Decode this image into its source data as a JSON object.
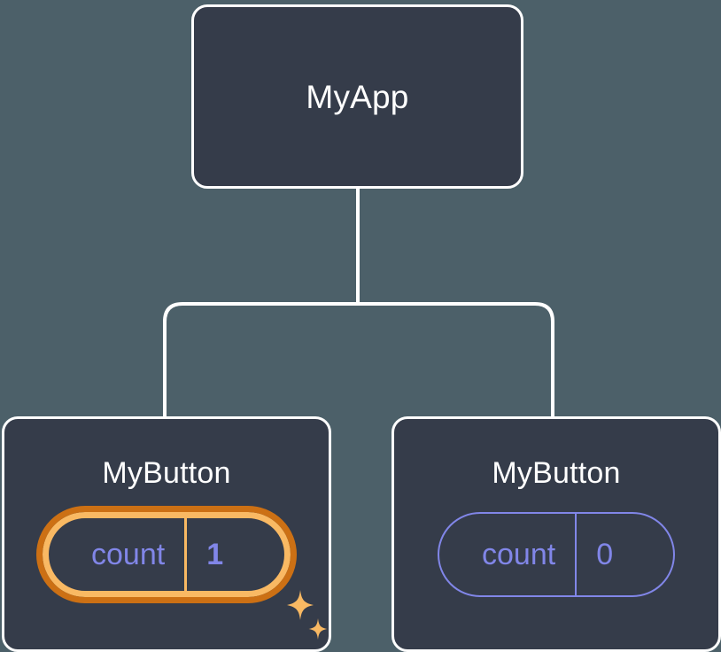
{
  "diagram": {
    "type": "component-tree",
    "title": "MyApp component tree with MyButton children",
    "background_color": "#4c6069",
    "node_fill_color": "#353c4a",
    "node_border_color": "#ffffff",
    "connector_color": "#ffffff",
    "accent_highlight_outer": "#cc7014",
    "accent_highlight_inner": "#f9b963",
    "state_text_color": "#8186e8"
  },
  "root": {
    "label": "MyApp"
  },
  "children": [
    {
      "label": "MyButton",
      "state": {
        "key": "count",
        "value": "1"
      },
      "highlighted": true,
      "sparkle_icons": [
        "sparkle-large-icon",
        "sparkle-small-icon"
      ]
    },
    {
      "label": "MyButton",
      "state": {
        "key": "count",
        "value": "0"
      },
      "highlighted": false
    }
  ]
}
